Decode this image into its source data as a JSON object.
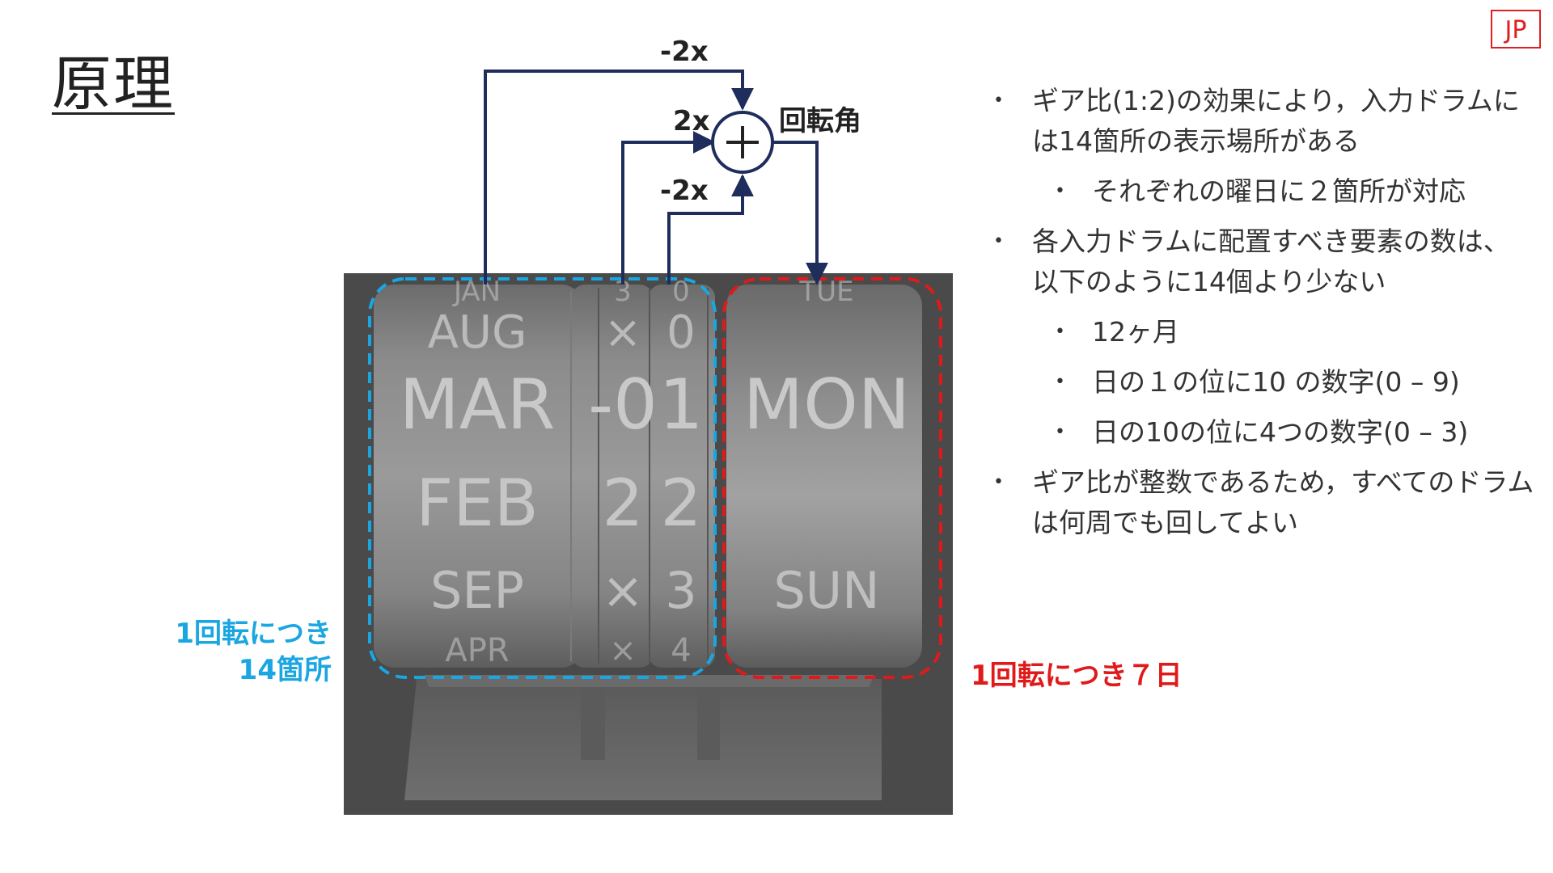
{
  "page": {
    "title": "原理",
    "lang_tag": "JP"
  },
  "operators": {
    "top": "-2x",
    "middle": "2x",
    "bottom": "-2x",
    "sum_label": "回転角"
  },
  "drums": {
    "month_labels": [
      "JAN",
      "AUG",
      "MAR",
      "FEB",
      "SEP",
      "APR"
    ],
    "tens_labels": [
      "3",
      "×",
      "-0",
      "2",
      "×",
      "×"
    ],
    "ones_labels": [
      "0",
      "0",
      "1",
      "2",
      "3",
      "4"
    ],
    "weekday_labels": [
      "TUE",
      "MON",
      "SUN"
    ]
  },
  "labels": {
    "blue_line1": "1回転につき",
    "blue_line2": "14箇所",
    "red": "1回転につき７日"
  },
  "bullets": [
    {
      "level": 1,
      "text": "ギア比(1:2)の効果により，入力ドラムには14箇所の表示場所がある"
    },
    {
      "level": 2,
      "text": "それぞれの曜日に２箇所が対応"
    },
    {
      "level": 1,
      "text": "各入力ドラムに配置すべき要素の数は、以下のように14個より少ない"
    },
    {
      "level": 2,
      "text": "12ヶ月"
    },
    {
      "level": 2,
      "text": "日の１の位に10 の数字(0 – 9)"
    },
    {
      "level": 2,
      "text": "日の10の位に4つの数字(0 – 3)"
    },
    {
      "level": 1,
      "text": "ギア比が整数であるため，すべてのドラムは何周でも回してよい"
    }
  ],
  "colors": {
    "wire": "#1f2d5c",
    "blue": "#1aa6e0",
    "red": "#e01a1a",
    "drum": "#8a8a8a",
    "background_box": "#4a4a4a"
  }
}
